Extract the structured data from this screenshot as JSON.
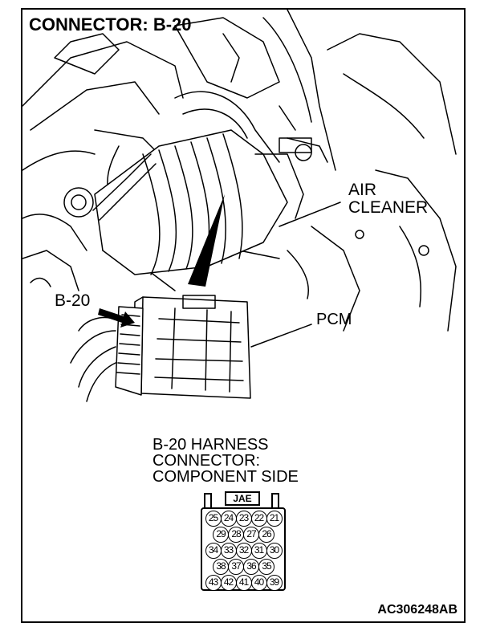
{
  "title": "CONNECTOR: B-20",
  "labels": {
    "air_cleaner_line1": "AIR",
    "air_cleaner_line2": "CLEANER",
    "connector_ref": "B-20",
    "pcm": "PCM"
  },
  "harness": {
    "line1": "B-20 HARNESS",
    "line2": "CONNECTOR:",
    "line3": "COMPONENT SIDE",
    "key_label": "JAE",
    "pin_rows": [
      [
        "25",
        "24",
        "23",
        "22",
        "21"
      ],
      [
        "29",
        "28",
        "27",
        "26"
      ],
      [
        "34",
        "33",
        "32",
        "31",
        "30"
      ],
      [
        "38",
        "37",
        "36",
        "35"
      ],
      [
        "43",
        "42",
        "41",
        "40",
        "39"
      ]
    ]
  },
  "figure_code": "AC306248AB"
}
